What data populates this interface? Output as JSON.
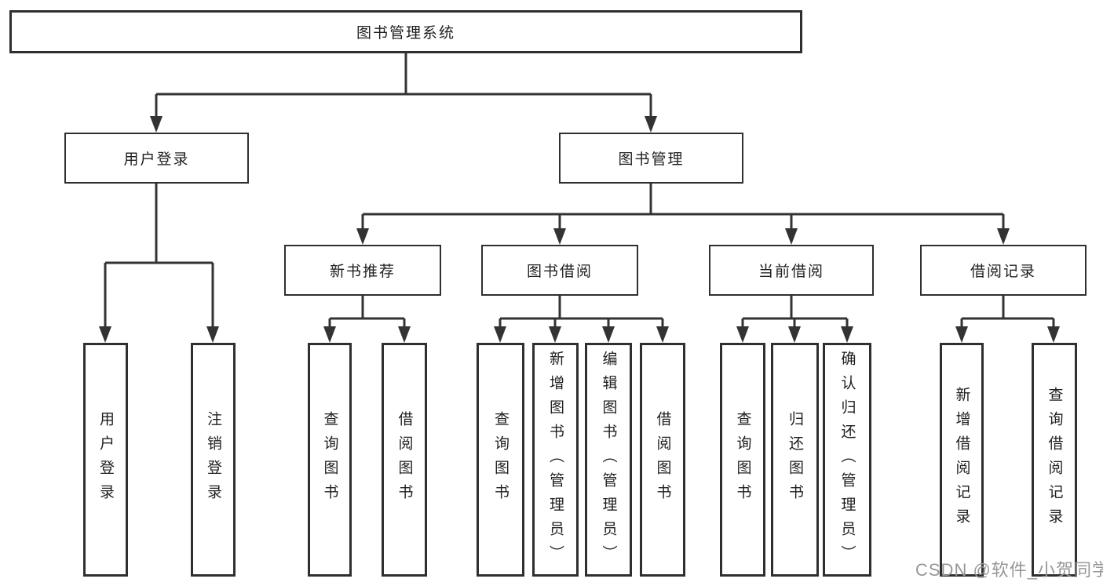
{
  "tree": {
    "root": {
      "label": "图书管理系统",
      "children": [
        {
          "label": "用户登录",
          "children": [
            {
              "label": "用户登录"
            },
            {
              "label": "注销登录"
            }
          ]
        },
        {
          "label": "图书管理",
          "children": [
            {
              "label": "新书推荐",
              "children": [
                {
                  "label": "查询图书"
                },
                {
                  "label": "借阅图书"
                }
              ]
            },
            {
              "label": "图书借阅",
              "children": [
                {
                  "label": "查询图书"
                },
                {
                  "label": "新增图书（管理员）"
                },
                {
                  "label": "编辑图书（管理员）"
                },
                {
                  "label": "借阅图书"
                }
              ]
            },
            {
              "label": "当前借阅",
              "children": [
                {
                  "label": "查询图书"
                },
                {
                  "label": "归还图书"
                },
                {
                  "label": "确认归还（管理员）"
                }
              ]
            },
            {
              "label": "借阅记录",
              "children": [
                {
                  "label": "新增借阅记录"
                },
                {
                  "label": "查询借阅记录"
                }
              ]
            }
          ]
        }
      ]
    }
  },
  "watermark": {
    "text": "CSDN @软件_小贺同学"
  },
  "colors": {
    "box_border": "#2f2f2f",
    "connector_line": "#333333",
    "text": "#1f1f1f",
    "watermark": "#979797",
    "background": "#ffffff"
  }
}
